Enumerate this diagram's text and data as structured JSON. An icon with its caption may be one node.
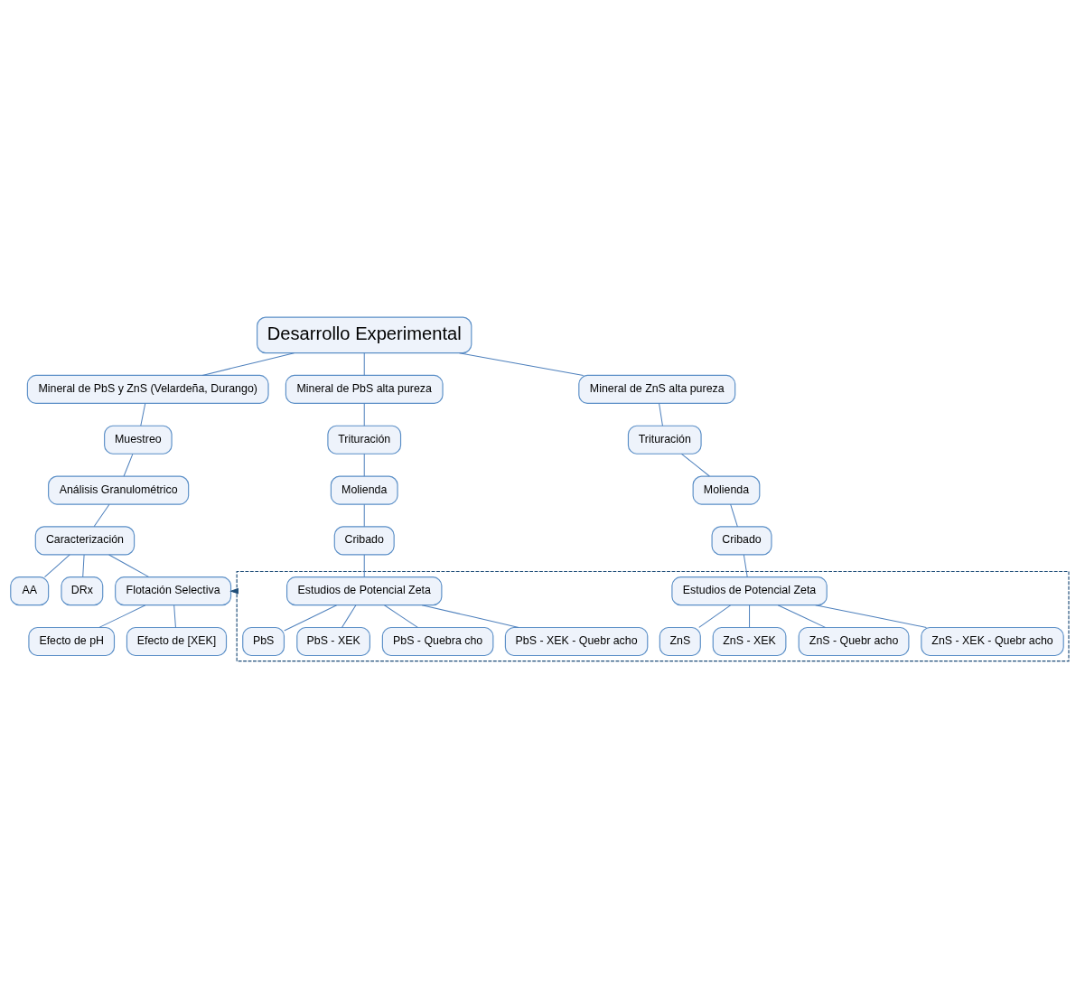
{
  "diagram": {
    "nodes": [
      {
        "text": [
          "Desarrollo Experimental"
        ]
      },
      {
        "text": [
          "Mineral de PbS y ZnS (Velardeña, Durango)"
        ]
      },
      {
        "text": [
          "Mineral de PbS alta pureza"
        ]
      },
      {
        "text": [
          "Mineral de ZnS alta pureza"
        ]
      },
      {
        "text": [
          "Muestreo"
        ]
      },
      {
        "text": [
          "Trituración"
        ]
      },
      {
        "text": [
          "Trituración"
        ]
      },
      {
        "text": [
          "Análisis Granulométrico"
        ]
      },
      {
        "text": [
          "Molienda"
        ]
      },
      {
        "text": [
          "Molienda"
        ]
      },
      {
        "text": [
          "Caracterización"
        ]
      },
      {
        "text": [
          "Cribado"
        ]
      },
      {
        "text": [
          "Cribado"
        ]
      },
      {
        "text": [
          "DRx"
        ]
      },
      {
        "text": [
          "AA"
        ]
      },
      {
        "text": [
          "Flotación Selectiva"
        ]
      },
      {
        "text": [],
        "shape": "box"
      },
      {
        "text": [
          "Estudios de Potencial Zeta"
        ],
        "in": 16
      },
      {
        "text": [
          "Estudios de Potencial Zeta"
        ],
        "in": 16
      },
      {
        "text": [
          "Efecto de pH"
        ]
      },
      {
        "text": [
          "Efecto de [XEK]"
        ]
      },
      {
        "text": [
          "PbS"
        ],
        "in": 16
      },
      {
        "text": [
          "PbS - XEK"
        ],
        "in": 16
      },
      {
        "text": [
          "PbS - Quebra cho"
        ],
        "in": 16
      },
      {
        "text": [
          "PbS - XEK - Quebr acho"
        ],
        "in": 16
      },
      {
        "text": [
          "ZnS"
        ],
        "in": 16
      },
      {
        "text": [
          "ZnS - XEK"
        ],
        "in": 16
      },
      {
        "text": [
          "ZnS - Quebr acho"
        ],
        "in": 16
      },
      {
        "text": [
          "ZnS - XEK - Quebr acho"
        ],
        "in": 16
      }
    ],
    "edges": [
      {
        "from": 0,
        "to": 1,
        "arrow": "none"
      },
      {
        "from": 0,
        "to": 2,
        "arrow": "none"
      },
      {
        "from": 0,
        "to": 3,
        "arrow": "none"
      },
      {
        "from": 1,
        "to": 4,
        "arrow": "none"
      },
      {
        "from": 2,
        "to": 5,
        "arrow": "none"
      },
      {
        "from": 3,
        "to": 6,
        "arrow": "none"
      },
      {
        "from": 4,
        "to": 7,
        "arrow": "none"
      },
      {
        "from": 5,
        "to": 8,
        "arrow": "none"
      },
      {
        "from": 6,
        "to": 9,
        "arrow": "none"
      },
      {
        "from": 7,
        "to": 10,
        "arrow": "none"
      },
      {
        "from": 8,
        "to": 11,
        "arrow": "none"
      },
      {
        "from": 9,
        "to": 12,
        "arrow": "none"
      },
      {
        "from": 10,
        "to": 13,
        "arrow": "none"
      },
      {
        "from": 10,
        "to": 14,
        "arrow": "none"
      },
      {
        "from": 10,
        "to": 15,
        "arrow": "none"
      },
      {
        "from": 11,
        "to": 17,
        "arrow": "none"
      },
      {
        "from": 12,
        "to": 18,
        "arrow": "none"
      },
      {
        "from": 15,
        "to": 19,
        "arrow": "none"
      },
      {
        "from": 15,
        "to": 20,
        "arrow": "none"
      },
      {
        "from": 17,
        "to": 21,
        "arrow": "none"
      },
      {
        "from": 17,
        "to": 22,
        "arrow": "none"
      },
      {
        "from": 17,
        "to": 23,
        "arrow": "none"
      },
      {
        "from": 17,
        "to": 24,
        "arrow": "none"
      },
      {
        "from": 18,
        "to": 25,
        "arrow": "none"
      },
      {
        "from": 18,
        "to": 26,
        "arrow": "none"
      },
      {
        "from": 18,
        "to": 27,
        "arrow": "none"
      },
      {
        "from": 18,
        "to": 28,
        "arrow": "none"
      },
      {
        "from": 16,
        "to": 15,
        "arrow": "to",
        "style": "dashed",
        "color": "#1f4e79"
      }
    ]
  }
}
